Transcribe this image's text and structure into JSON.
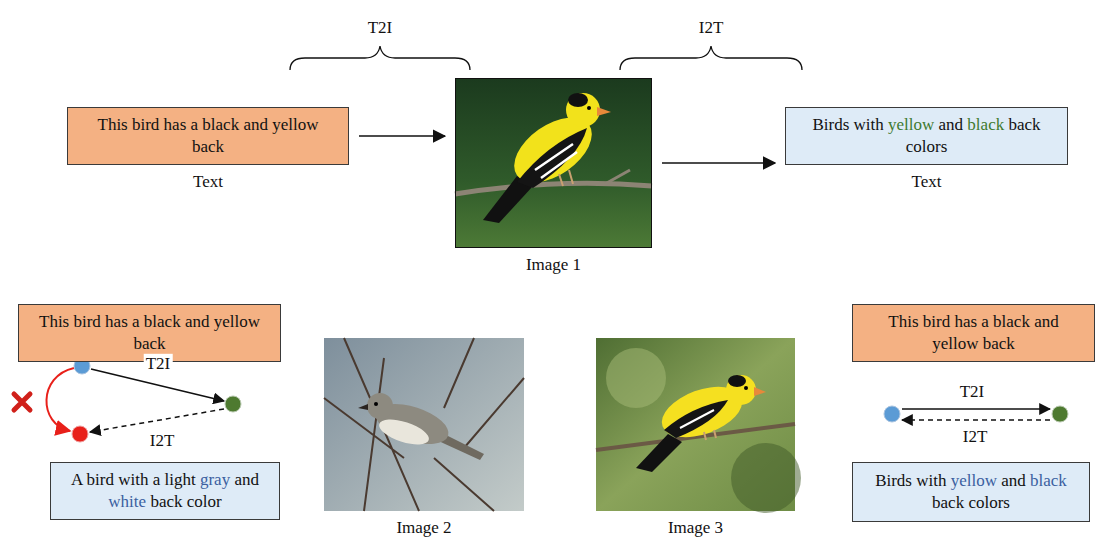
{
  "diagram": {
    "nodes": [
      {
        "text": [
          "This bird has a black and yellow back",
          "Text"
        ]
      },
      {
        "text": [
          "Image 1"
        ]
      },
      {
        "text": [
          "Birds with yellow and black back colors",
          "Text"
        ]
      },
      {
        "text": [
          "This bird has a black and yellow back"
        ]
      },
      {
        "text": [
          "A bird with a light gray and white back color"
        ]
      },
      {
        "text": [
          "Image 2"
        ]
      },
      {
        "text": [
          "Image 3"
        ]
      },
      {
        "text": [
          "This bird has a black and yellow back"
        ]
      },
      {
        "text": [
          "Birds with yellow and black back colors"
        ]
      }
    ],
    "edges": [
      {
        "from": 0,
        "to": 1,
        "arrow": "to"
      },
      {
        "from": 1,
        "to": 2,
        "arrow": "to"
      }
    ],
    "labels": [
      "T2I",
      "I2T",
      "T2I",
      "I2T",
      "T2I",
      "I2T"
    ]
  }
}
